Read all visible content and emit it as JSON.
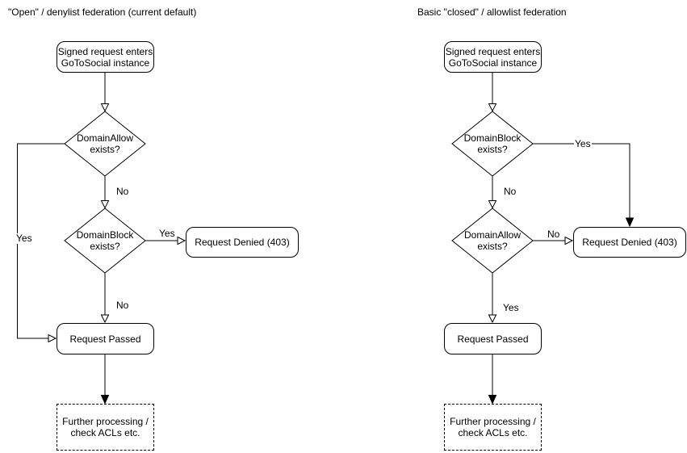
{
  "colors": {
    "stroke": "#000000",
    "text": "#000000",
    "background": "#ffffff"
  },
  "diagrams": [
    {
      "title": "\"Open\" / denylist federation (current default)",
      "nodes": {
        "start": "Signed request enters\nGoToSocial instance",
        "decision1": "DomainAllow\nexists?",
        "decision2": "DomainBlock\nexists?",
        "denied": "Request Denied (403)",
        "passed": "Request Passed",
        "further": "Further processing /\ncheck ACLs etc."
      },
      "edge_labels": {
        "decision1_yes": "Yes",
        "decision1_no": "No",
        "decision2_yes": "Yes",
        "decision2_no": "No"
      }
    },
    {
      "title": "Basic \"closed\" / allowlist federation",
      "nodes": {
        "start": "Signed request enters\nGoToSocial instance",
        "decision1": "DomainBlock\nexists?",
        "decision2": "DomainAllow\nexists?",
        "denied": "Request Denied (403)",
        "passed": "Request Passed",
        "further": "Further processing /\ncheck ACLs etc."
      },
      "edge_labels": {
        "decision1_yes": "Yes",
        "decision1_no": "No",
        "decision2_no": "No",
        "decision2_yes": "Yes"
      }
    }
  ]
}
